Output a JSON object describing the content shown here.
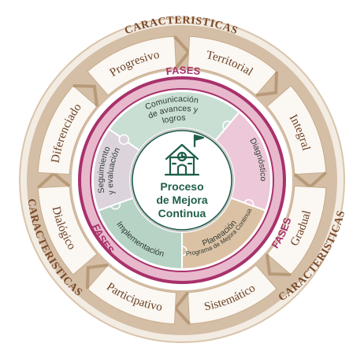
{
  "outer_header": "CARACTERISTICAS",
  "characteristics": [
    "Progresivo",
    "Territorial",
    "Integral",
    "Gradual",
    "Sistemático",
    "Participativo",
    "Dialógico",
    "Diferenciado"
  ],
  "phases_header": "FASES",
  "phases": [
    {
      "name": "Comunicación de avances y logros",
      "lines": [
        "Comunicación",
        "de avances y",
        "logros"
      ],
      "color": "#c9dfd3"
    },
    {
      "name": "Diagnóstico",
      "lines": [
        "Diagnóstico"
      ],
      "color": "#ecc8d8"
    },
    {
      "name": "Planeación (Programa de Mejora Continua)",
      "lines": [
        "Planeación",
        "(Programa de Mejora Continua)"
      ],
      "color": "#dcc2a4"
    },
    {
      "name": "Implementación",
      "lines": [
        "Implementación"
      ],
      "color": "#b7d3c5"
    },
    {
      "name": "Seguimiento y evaluación",
      "lines": [
        "Seguimiento",
        "y evaluación"
      ],
      "color": "#dcd3dc"
    }
  ],
  "center": {
    "lines": [
      "Proceso",
      "de Mejora",
      "Continua"
    ],
    "icon": "school-building-icon"
  },
  "colors": {
    "outer_ring": "#d4bea6",
    "outer_ring_dark": "#b89a78",
    "brown_text": "#7a4a2a",
    "magenta": "#a8316b",
    "pink_ring": "#e8b9cc",
    "green": "#1f5e4a"
  }
}
